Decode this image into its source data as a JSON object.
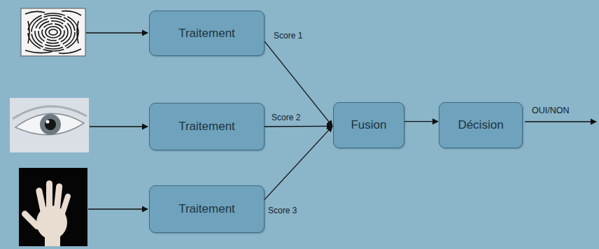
{
  "diagram": {
    "nodes": [
      {
        "text": [
          "Traitement"
        ]
      },
      {
        "text": [
          "Traitement"
        ]
      },
      {
        "text": [
          "Traitement"
        ]
      },
      {
        "text": [
          "Fusion"
        ]
      },
      {
        "text": [
          "Décision"
        ]
      }
    ],
    "edges": [
      {
        "from": 0,
        "to": 3,
        "label": "Score 1",
        "arrow": "to"
      },
      {
        "from": 1,
        "to": 3,
        "label": "Score 2",
        "arrow": "to"
      },
      {
        "from": 2,
        "to": 3,
        "label": "Score 3",
        "arrow": "to"
      },
      {
        "from": 3,
        "to": 4,
        "arrow": "to"
      }
    ],
    "labels": [
      "OUI/NON"
    ]
  }
}
